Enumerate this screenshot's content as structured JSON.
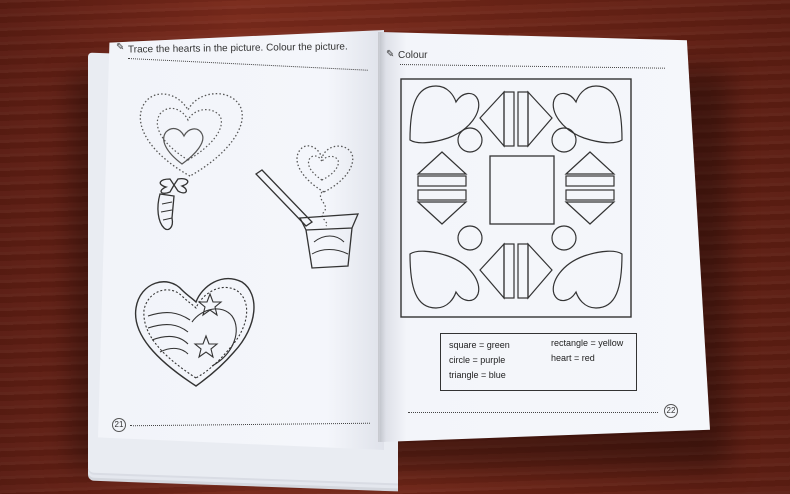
{
  "left_page": {
    "instruction": "Trace the hearts in the picture. Colour the picture.",
    "page_number": "21"
  },
  "right_page": {
    "heading": "Colour",
    "page_number": "22",
    "legend": {
      "square": "square = green",
      "circle": "circle = purple",
      "triangle": "triangle = blue",
      "rectangle": "rectangle = yellow",
      "heart": "heart = red"
    }
  },
  "colors": {
    "wood": "#6b2418",
    "paper": "#f3f5fa",
    "ink": "#333333"
  }
}
